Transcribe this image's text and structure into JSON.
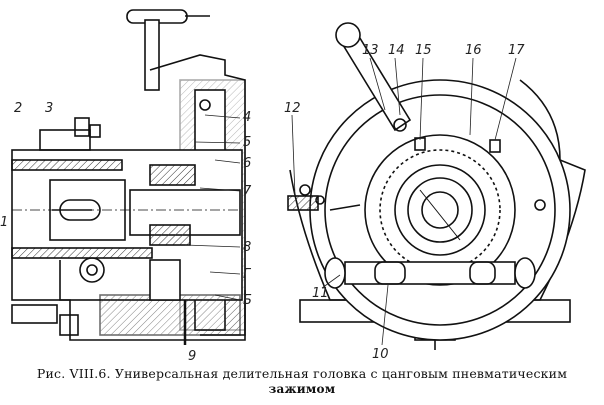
{
  "figure": {
    "caption_line1": "Рис. VIII.6. Универсальная делительная головка с цанговым пневматическим",
    "caption_line2": "зажимом",
    "left_view_labels": [
      "1",
      "2",
      "3",
      "4",
      "5",
      "6",
      "7",
      "8",
      "Г",
      "Б",
      "9"
    ],
    "right_view_labels": [
      "10",
      "11",
      "12",
      "13",
      "14",
      "15",
      "16",
      "17"
    ]
  }
}
